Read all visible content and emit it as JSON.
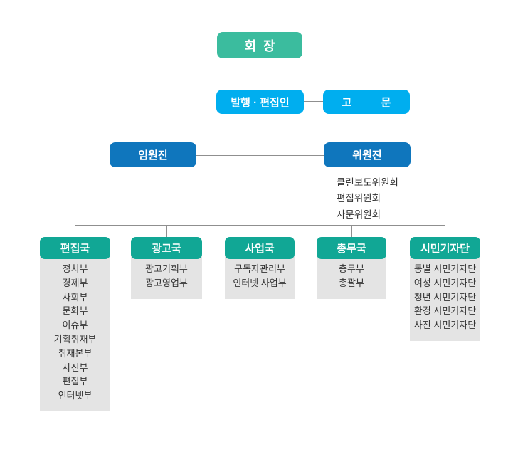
{
  "colors": {
    "root_teal": "#3bbc9e",
    "cyan_blue": "#00aeef",
    "dark_blue": "#0f76bd",
    "bureau_teal": "#11a795",
    "list_bg": "#e4e4e4",
    "line": "#8f8f8f",
    "list_text": "#333333"
  },
  "chart": {
    "root": "회  장",
    "publisher": "발행 · 편집인",
    "advisor": "고  문",
    "executives": "임원진",
    "committee": "위원진",
    "committee_list": [
      "클린보도위원회",
      "편집위원회",
      "자문위원회"
    ],
    "bureaus": [
      {
        "name": "편집국",
        "items": [
          "정치부",
          "경제부",
          "사회부",
          "문화부",
          "이슈부",
          "기획취재부",
          "취재본부",
          "사진부",
          "편집부",
          "인터넷부"
        ]
      },
      {
        "name": "광고국",
        "items": [
          "광고기획부",
          "광고영업부"
        ]
      },
      {
        "name": "사업국",
        "items": [
          "구독자관리부",
          "인터넷 사업부"
        ]
      },
      {
        "name": "총무국",
        "items": [
          "총무부",
          "총괄부"
        ]
      },
      {
        "name": "시민기자단",
        "items": [
          "동별 시민기자단",
          "여성 시민기자단",
          "청년 시민기자단",
          "환경 시민기자단",
          "사진 시민기자단"
        ]
      }
    ]
  }
}
